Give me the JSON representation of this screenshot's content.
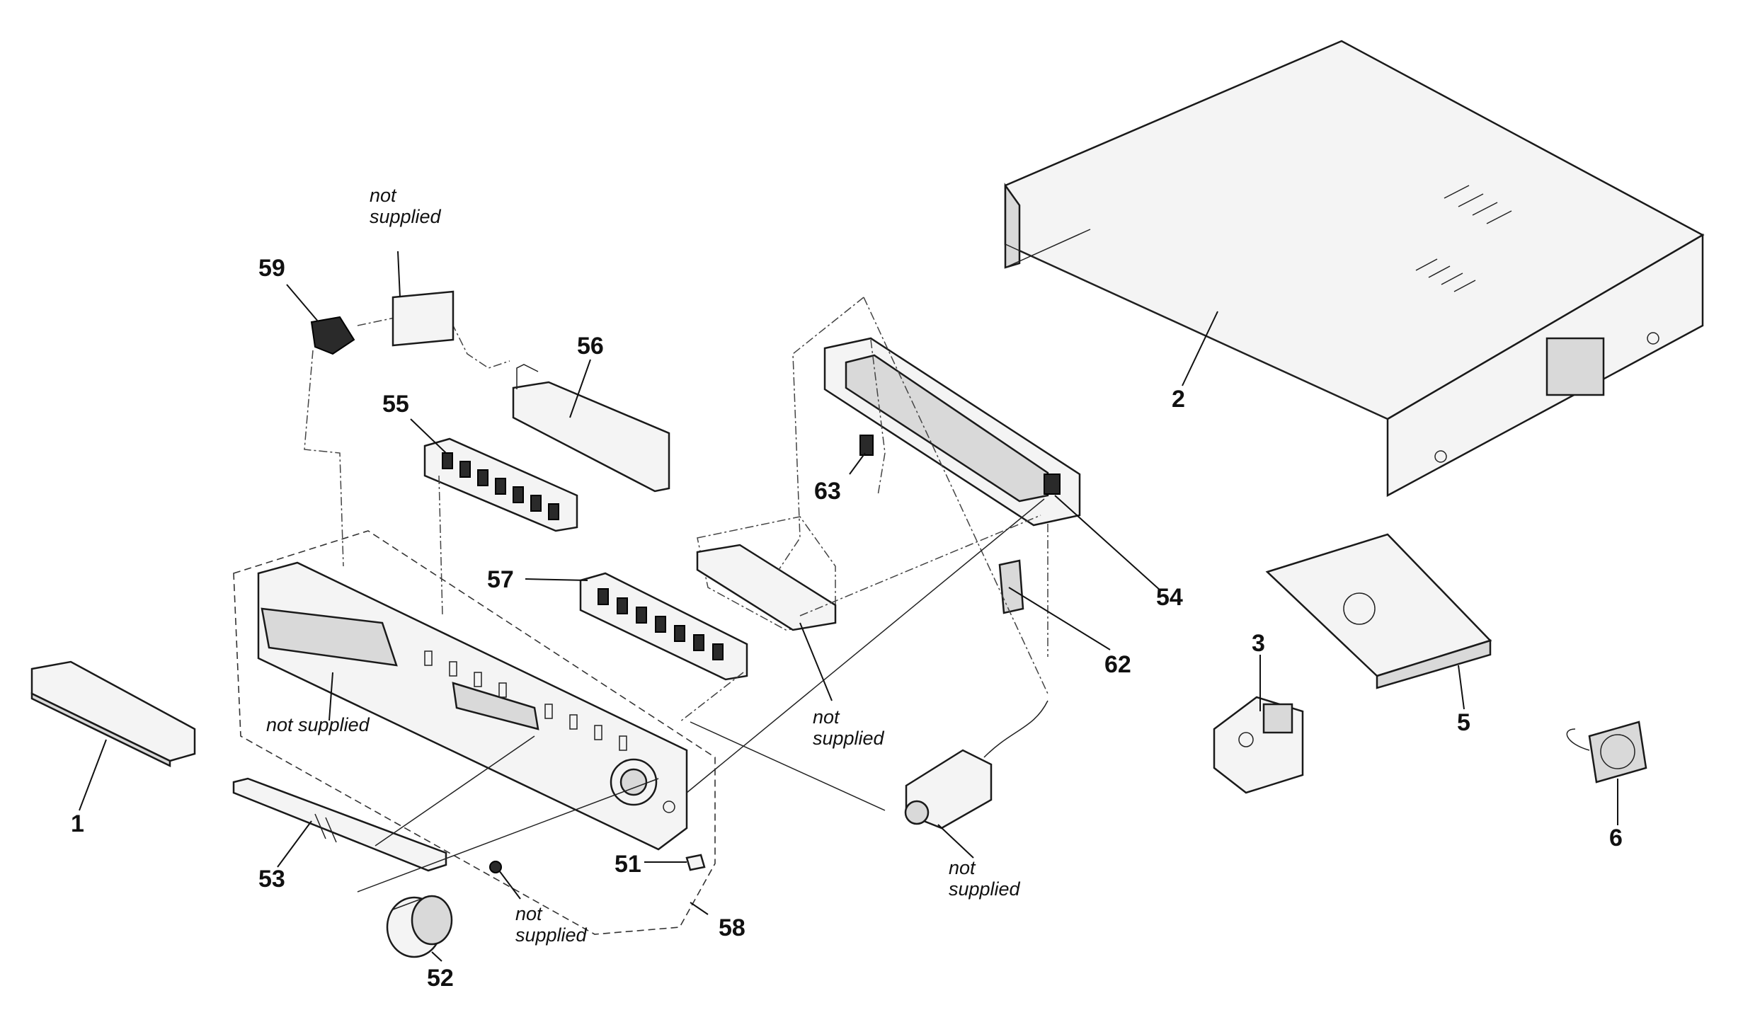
{
  "labels": {
    "p1": "1",
    "p2": "2",
    "p3": "3",
    "p5": "5",
    "p6": "6",
    "p51": "51",
    "p52": "52",
    "p53": "53",
    "p54": "54",
    "p55": "55",
    "p56": "56",
    "p57": "57",
    "p58": "58",
    "p59": "59",
    "p62": "62",
    "p63": "63"
  },
  "notes": {
    "not": "not",
    "supplied": "supplied",
    "not_supplied": "not supplied"
  }
}
